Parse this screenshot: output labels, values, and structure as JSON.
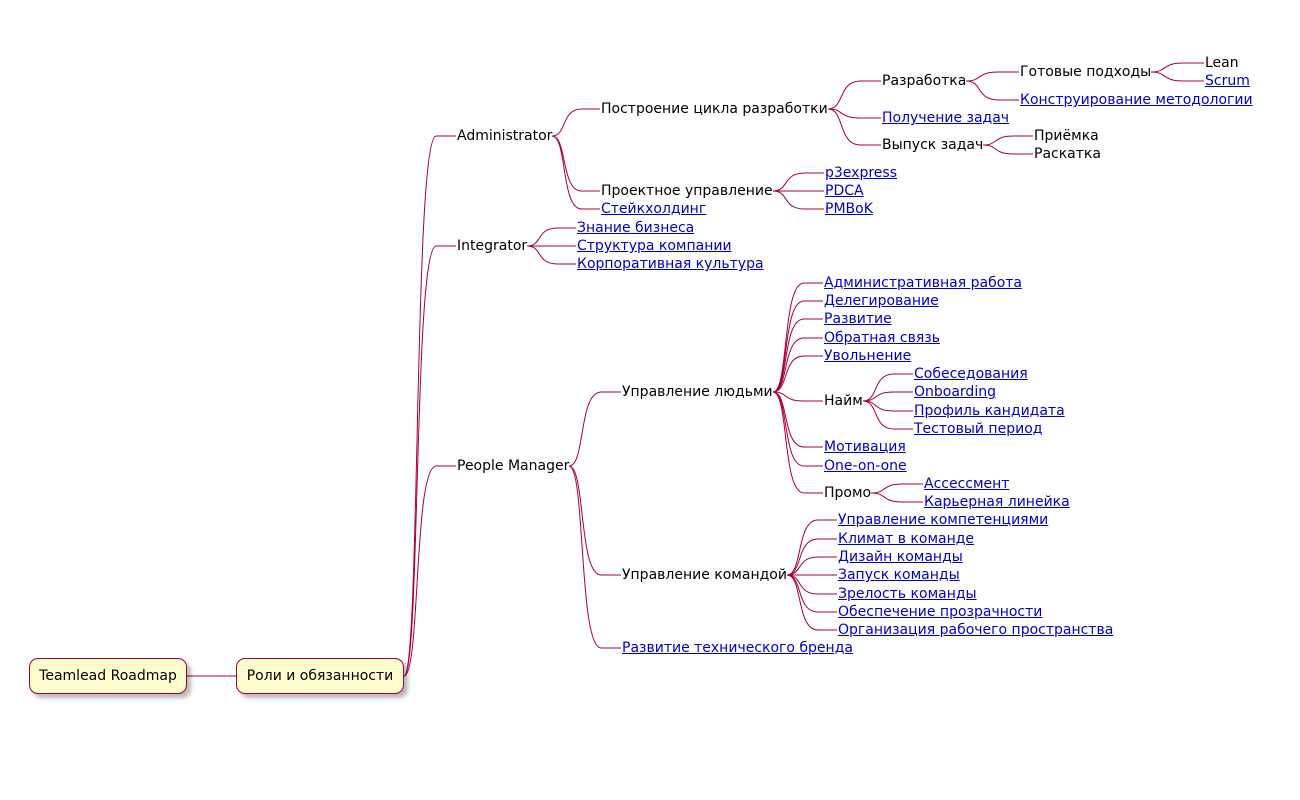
{
  "root": {
    "label": "Teamlead Roadmap",
    "children": [
      {
        "label": "Роли и обязанности",
        "children": [
          {
            "label": "Administrator",
            "children": [
              {
                "label": "Построение цикла разработки",
                "children": [
                  {
                    "label": "Разработка",
                    "children": [
                      {
                        "label": "Готовые подходы",
                        "children": [
                          {
                            "label": "Lean"
                          },
                          {
                            "label": "Scrum",
                            "link": true
                          }
                        ]
                      },
                      {
                        "label": "Конструирование методологии",
                        "link": true
                      }
                    ]
                  },
                  {
                    "label": "Получение задач",
                    "link": true
                  },
                  {
                    "label": "Выпуск задач",
                    "children": [
                      {
                        "label": "Приёмка"
                      },
                      {
                        "label": "Раскатка"
                      }
                    ]
                  }
                ]
              },
              {
                "label": "Проектное управление",
                "children": [
                  {
                    "label": "p3express",
                    "link": true
                  },
                  {
                    "label": "PDCA",
                    "link": true
                  },
                  {
                    "label": "PMBoK",
                    "link": true
                  }
                ]
              },
              {
                "label": "Стейкхолдинг",
                "link": true
              }
            ]
          },
          {
            "label": "Integrator",
            "children": [
              {
                "label": "Знание бизнеса",
                "link": true
              },
              {
                "label": "Структура компании",
                "link": true
              },
              {
                "label": "Корпоративная культура",
                "link": true
              }
            ]
          },
          {
            "label": "People Manager",
            "children": [
              {
                "label": "Управление людьми",
                "children": [
                  {
                    "label": "Административная работа",
                    "link": true
                  },
                  {
                    "label": "Делегирование",
                    "link": true
                  },
                  {
                    "label": "Развитие",
                    "link": true
                  },
                  {
                    "label": "Обратная связь",
                    "link": true
                  },
                  {
                    "label": "Увольнение",
                    "link": true
                  },
                  {
                    "label": "Найм",
                    "children": [
                      {
                        "label": "Собеседования",
                        "link": true
                      },
                      {
                        "label": "Onboarding",
                        "link": true
                      },
                      {
                        "label": "Профиль кандидата",
                        "link": true
                      },
                      {
                        "label": "Тестовый период",
                        "link": true
                      }
                    ]
                  },
                  {
                    "label": "Мотивация",
                    "link": true
                  },
                  {
                    "label": "One-on-one",
                    "link": true
                  },
                  {
                    "label": "Промо",
                    "children": [
                      {
                        "label": "Ассессмент",
                        "link": true
                      },
                      {
                        "label": "Карьерная линейка",
                        "link": true
                      }
                    ]
                  }
                ]
              },
              {
                "label": "Управление командой",
                "children": [
                  {
                    "label": "Управление компетенциями",
                    "link": true
                  },
                  {
                    "label": "Климат в команде",
                    "link": true
                  },
                  {
                    "label": "Дизайн команды ",
                    "link": true
                  },
                  {
                    "label": "Запуск команды ",
                    "link": true
                  },
                  {
                    "label": "Зрелость команды ",
                    "link": true
                  },
                  {
                    "label": "Обеспечение прозрачности",
                    "link": true
                  },
                  {
                    "label": "Организация рабочего пространства",
                    "link": true
                  }
                ]
              },
              {
                "label": "Развитие технического бренда",
                "link": true
              }
            ]
          }
        ]
      }
    ]
  },
  "colors": {
    "edge": "#a80036",
    "box_fill": "#fefece",
    "box_border": "#a80036",
    "link": "#0000cc",
    "text": "#000000"
  }
}
